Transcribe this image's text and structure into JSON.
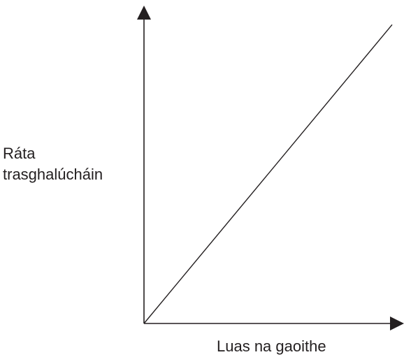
{
  "chart_data": {
    "type": "line",
    "xlabel": "Luas na gaoithe",
    "ylabel_lines": [
      "Ráta",
      "trasghalúcháin"
    ],
    "xlim": [
      0,
      1
    ],
    "ylim": [
      0,
      1
    ],
    "grid": false,
    "ticks": false,
    "series": [
      {
        "x": [
          0,
          1
        ],
        "y": [
          0,
          0.94
        ]
      }
    ]
  },
  "colors": {
    "ink": "#231f20",
    "background": "#ffffff"
  }
}
